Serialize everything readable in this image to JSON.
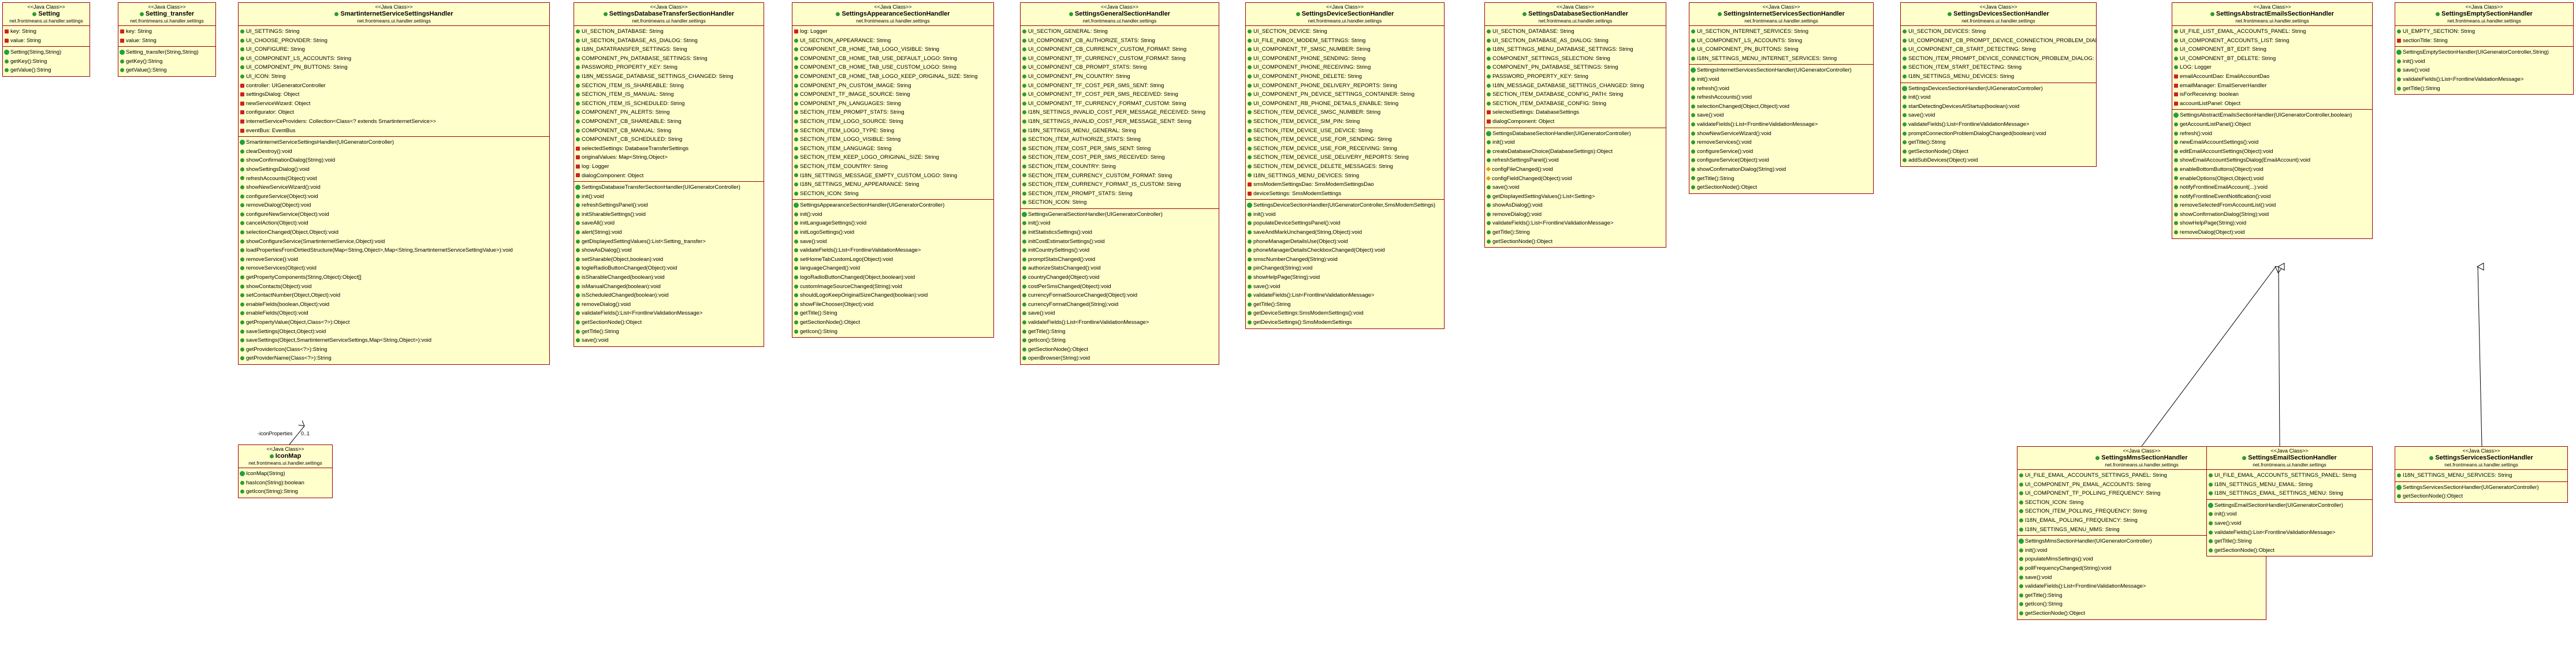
{
  "stereotype": "<<Java Class>>",
  "association": {
    "label": "-iconProperties",
    "multiplicity": "0..1"
  },
  "classes": {
    "setting": {
      "name": "Setting",
      "package": "net.frontmeans.ui.handler.settings",
      "fields": [
        "key: String",
        "value: String"
      ],
      "methods": [
        "Setting(String,String)",
        "getKey():String",
        "getValue():String"
      ]
    },
    "setting_transfer": {
      "name": "Setting_transfer",
      "package": "net.frontmeans.ui.handler.settings",
      "fields": [
        "key: String",
        "value: String"
      ],
      "methods": [
        "Setting_transfer(String,String)",
        "getKey():String",
        "getValue():String"
      ]
    },
    "smartinternet": {
      "name": "SmartinternetServiceSettingsHandler",
      "package": "net.frontmeans.ui.handler.settings",
      "fields": [
        "UI_SETTINGS: String",
        "UI_CHOOSE_PROVIDER: String",
        "UI_CONFIGURE: String",
        "UI_COMPONENT_LS_ACCOUNTS: String",
        "UI_COMPONENT_PN_BUTTONS: String",
        "UI_ICON: String",
        "controller: UIGeneratorController",
        "settingsDialog: Object",
        "newServiceWizard: Object",
        "configurator: Object",
        "internetServiceProviders: Collection<Class<? extends SmartinternetService>>",
        "eventBus: EventBus"
      ],
      "methods": [
        "SmartinternetServiceSettingsHandler(UIGeneratorController)",
        "clearDestroy():void",
        "showConfirmationDialog(String):void",
        "showSettingsDialog():void",
        "refreshAccounts(Object):void",
        "showNewServiceWizard():void",
        "configureService(Object):void",
        "removeDialog(Object):void",
        "configureNewService(Object):void",
        "cancelAction(Object):void",
        "selectionChanged(Object,Object):void",
        "showConfigureService(SmartinternetService,Object):void",
        "loadPropertiesFromDirtiedStructure(Map<String,Object>,Map<String,SmartinternetServiceSettingValue>):void",
        "removeService():void",
        "removeServices(Object):void",
        "getPropertyComponents(String,Object):Object[]",
        "showContacts(Object):void",
        "setContactNumber(Object,Object):void",
        "enableFields(boolean,Object):void",
        "enableFields(Object):void",
        "getPropertyValue(Object,Class<?>):Object",
        "saveSettings(Object,Object):void",
        "saveSettings(Object,SmartinternetServiceSettings,Map<String,Object>):void",
        "getProviderIcon(Class<?>):String",
        "getProviderName(Class<?>):String"
      ]
    },
    "iconmap": {
      "name": "IconMap",
      "package": "net.frontmeans.ui.handler.settings",
      "fields": [
        "IconMap(String)",
        "hasIcon(String):boolean",
        "getIcon(String):String"
      ],
      "methods": []
    },
    "db_transfer": {
      "name": "SettingsDatabaseTransferSectionHandler",
      "package": "net.frontmeans.ui.handler.settings",
      "fields": [
        "UI_SECTION_DATABASE: String",
        "UI_SECTION_DATABASE_AS_DIALOG: String",
        "I18N_DATATRANSFER_SETTINGS: String",
        "COMPONENT_PN_DATABASE_SETTINGS: String",
        "PASSWORD_PROPERTY_KEY: String",
        "I18N_MESSAGE_DATABASE_SETTINGS_CHANGED: String",
        "SECTION_ITEM_IS_SHAREABLE: String",
        "SECTION_ITEM_IS_MANUAL: String",
        "SECTION_ITEM_IS_SCHEDULED: String",
        "COMPONENT_PN_ALERTS: String",
        "COMPONENT_CB_SHAREABLE: String",
        "COMPONENT_CB_MANUAL: String",
        "COMPONENT_CB_SCHEDULED: String",
        "selectedSettings: DatabaseTransferSettings",
        "originalValues: Map<String,Object>",
        "log: Logger",
        "dialogComponent: Object"
      ],
      "methods": [
        "SettingsDatabaseTransferSectionHandler(UIGeneratorController)",
        "init():void",
        "refreshSettingsPanel():void",
        "initSharableSettings():void",
        "saveAll():void",
        "alert(String):void",
        "getDisplayedSettingValues():List<Setting_transfer>",
        "showAsDialog():void",
        "setSharable(Object,boolean):void",
        "togleRadioButtonChanged(Object):void",
        "isSharableChanged(boolean):void",
        "isManualChanged(boolean):void",
        "isScheduledChanged(boolean):void",
        "removeDialog():void",
        "validateFields():List<FrontlineValidationMessage>",
        "getSectionNode():Object",
        "getTitle():String",
        "save():void"
      ]
    },
    "appearance": {
      "name": "SettingsAppearanceSectionHandler",
      "package": "net.frontmeans.ui.handler.settings",
      "fields": [
        "log: Logger",
        "UI_SECTION_APPEARANCE: String",
        "COMPONENT_CB_HOME_TAB_LOGO_VISIBLE: String",
        "COMPONENT_CB_HOME_TAB_USE_DEFAULT_LOGO: String",
        "COMPONENT_CB_HOME_TAB_USE_CUSTOM_LOGO: String",
        "COMPONENT_CB_HOME_TAB_LOGO_KEEP_ORIGINAL_SIZE: String",
        "COMPONENT_PN_CUSTOM_IMAGE: String",
        "COMPONENT_TF_IMAGE_SOURCE: String",
        "COMPONENT_PN_LANGUAGES: String",
        "SECTION_ITEM_PROMPT_STATS: String",
        "SECTION_ITEM_LOGO_SOURCE: String",
        "SECTION_ITEM_LOGO_TYPE: String",
        "SECTION_ITEM_LOGO_VISIBLE: String",
        "SECTION_ITEM_LANGUAGE: String",
        "SECTION_ITEM_KEEP_LOGO_ORIGINAL_SIZE: String",
        "SECTION_ITEM_COUNTRY: String",
        "I18N_SETTINGS_MESSAGE_EMPTY_CUSTOM_LOGO: String",
        "I18N_SETTINGS_MENU_APPEARANCE: String",
        "SECTION_ICON: String"
      ],
      "methods": [
        "SettingsAppearanceSectionHandler(UIGeneratorController)",
        "init():void",
        "initLanguageSettings():void",
        "initLogoSettings():void",
        "save():void",
        "validateFields():List<FrontlineValidationMessage>",
        "setHomeTabCustomLogo(Object):void",
        "languageChanged():void",
        "logoRadioButtonChanged(Object,boolean):void",
        "customImageSourceChanged(String):void",
        "shouldLogoKeepOriginalSizeChanged(boolean):void",
        "showFileChooser(Object):void",
        "getTitle():String",
        "getSectionNode():Object",
        "getIcon():String"
      ]
    },
    "general": {
      "name": "SettingsGeneralSectionHandler",
      "package": "net.frontmeans.ui.handler.settings",
      "fields": [
        "UI_SECTION_GENERAL: String",
        "UI_COMPONENT_CB_AUTHORIZE_STATS: String",
        "UI_COMPONENT_CB_CURRENCY_CUSTOM_FORMAT: String",
        "UI_COMPONENT_TF_CURRENCY_CUSTOM_FORMAT: String",
        "UI_COMPONENT_CB_PROMPT_STATS: String",
        "UI_COMPONENT_PN_COUNTRY: String",
        "UI_COMPONENT_TF_COST_PER_SMS_SENT: String",
        "UI_COMPONENT_TF_COST_PER_SMS_RECEIVED: String",
        "UI_COMPONENT_TF_CURRENCY_FORMAT_CUSTOM: String",
        "I18N_SETTINGS_INVALID_COST_PER_MESSAGE_RECEIVED: String",
        "I18N_SETTINGS_INVALID_COST_PER_MESSAGE_SENT: String",
        "I18N_SETTINGS_MENU_GENERAL: String",
        "SECTION_ITEM_AUTHORIZE_STATS: String",
        "SECTION_ITEM_COST_PER_SMS_SENT: String",
        "SECTION_ITEM_COST_PER_SMS_RECEIVED: String",
        "SECTION_ITEM_COUNTRY: String",
        "SECTION_ITEM_CURRENCY_CUSTOM_FORMAT: String",
        "SECTION_ITEM_CURRENCY_FORMAT_IS_CUSTOM: String",
        "SECTION_ITEM_PROMPT_STATS: String",
        "SECTION_ICON: String"
      ],
      "methods": [
        "SettingsGeneralSectionHandler(UIGeneratorController)",
        "init():void",
        "initStatisticsSettings():void",
        "initCostEstimatorSettings():void",
        "initCountrySettings():void",
        "promptStatsChanged():void",
        "authorizeStatsChanged():void",
        "countryChanged(Object):void",
        "costPerSmsChanged(Object):void",
        "currencyFormatSourceChanged(Object):void",
        "currencyFormatChanged(String):void",
        "save():void",
        "validateFields():List<FrontlineValidationMessage>",
        "getTitle():String",
        "getIcon():String",
        "getSectionNode():Object",
        "openBrowser(String):void"
      ]
    },
    "devices": {
      "name": "SettingsDeviceSectionHandler",
      "package": "net.frontmeans.ui.handler.settings",
      "fields": [
        "UI_SECTION_DEVICE: String",
        "UI_FILE_INBOX_MODEM_SETTINGS: String",
        "UI_COMPONENT_TF_SMSC_NUMBER: String",
        "UI_COMPONENT_PHONE_SENDING: String",
        "UI_COMPONENT_PHONE_RECEIVING: String",
        "UI_COMPONENT_PHONE_DELETE: String",
        "UI_COMPONENT_PHONE_DELIVERY_REPORTS: String",
        "UI_COMPONENT_PN_DEVICE_SETTINGS_CONTAINER: String",
        "UI_COMPONENT_RB_PHONE_DETAILS_ENABLE: String",
        "SECTION_ITEM_DEVICE_SMSC_NUMBER: String",
        "SECTION_ITEM_DEVICE_SIM_PIN: String",
        "SECTION_ITEM_DEVICE_USE_DEVICE: String",
        "SECTION_ITEM_DEVICE_USE_FOR_SENDING: String",
        "SECTION_ITEM_DEVICE_USE_FOR_RECEIVING: String",
        "SECTION_ITEM_DEVICE_USE_DELIVERY_REPORTS: String",
        "SECTION_ITEM_DEVICE_DELETE_MESSAGES: String",
        "I18N_SETTINGS_MENU_DEVICES: String",
        "smsModemSettingsDao: SmsModemSettingsDao",
        "deviceSettings: SmsModemSettings"
      ],
      "methods": [
        "SettingsDeviceSectionHandler(UIGeneratorController,SmsModemSettings)",
        "init():void",
        "populateDeviceSettingsPanel():void",
        "saveAndMarkUnchanged(String,Object):void",
        "phoneManagerDetailsUse(Object):void",
        "phoneManagerDetailsCheckboxChanged(Object):void",
        "smscNumberChanged(String):void",
        "pinChanged(String):void",
        "showHelpPage(String):void",
        "save():void",
        "validateFields():List<FrontlineValidationMessage>",
        "getTitle():String",
        "getDeviceSettings:SmsModemSettings():void",
        "getDeviceSettings():SmsModemSettings"
      ]
    },
    "database": {
      "name": "SettingsDatabaseSectionHandler",
      "package": "net.frontmeans.ui.handler.settings",
      "fields": [
        "UI_SECTION_DATABASE: String",
        "UI_SECTION_DATABASE_AS_DIALOG: String",
        "I18N_SETTINGS_MENU_DATABASE_SETTINGS: String",
        "COMPONENT_SETTINGS_SELECTION: String",
        "COMPONENT_PN_DATABASE_SETTINGS: String",
        "PASSWORD_PROPERTY_KEY: String",
        "I18N_MESSAGE_DATABASE_SETTINGS_CHANGED: String",
        "SECTION_ITEM_DATABASE_CONFIG_PATH: String",
        "SECTION_ITEM_DATABASE_CONFIG: String",
        "selectedSettings: DatabaseSettings",
        "dialogComponent: Object"
      ],
      "methods": [
        "SettingsDatabaseSectionHandler(UIGeneratorController)",
        "init():void",
        "createDatabaseChoice(DatabaseSettings):Object",
        "refreshSettingsPanel():void",
        "configFileChanged():void",
        "configFieldChanged(Object):void",
        "save():void",
        "getDisplayedSettingValues():List<Setting>",
        "showAsDialog():void",
        "removeDialog():void",
        "validateFields():List<FrontlineValidationMessage>",
        "getTitle():String",
        "getSectionNode():Object"
      ]
    },
    "services": {
      "name": "SettingsInternetServicesSectionHandler",
      "package": "net.frontmeans.ui.handler.settings",
      "fields": [
        "UI_SECTION_INTERNET_SERVICES: String",
        "UI_COMPONENT_LS_ACCOUNTS: String",
        "UI_COMPONENT_PN_BUTTONS: String",
        "I18N_SETTINGS_MENU_INTERNET_SERVICES: String"
      ],
      "methods": [
        "SettingsInternetServicesSectionHandler(UIGeneratorController)",
        "init():void",
        "refresh():void",
        "refreshAccounts():void",
        "selectionChanged(Object,Object):void",
        "save():void",
        "validateFields():List<FrontlineValidationMessage>",
        "showNewServiceWizard():void",
        "removeServices():void",
        "configureService():void",
        "configureService(Object):void",
        "showConfirmationDialog(String):void",
        "getTitle():String",
        "getSectionNode():Object"
      ]
    },
    "devices2": {
      "name": "SettingsDevicesSectionHandler",
      "package": "net.frontmeans.ui.handler.settings",
      "fields": [
        "UI_SECTION_DEVICES: String",
        "UI_COMPONENT_CB_PROMPT_DEVICE_CONNECTION_PROBLEM_DIALOG: String",
        "UI_COMPONENT_CB_START_DETECTING: String",
        "SECTION_ITEM_PROMPT_DEVICE_CONNECTION_PROBLEM_DIALOG: String",
        "SECTION_ITEM_START_DETECTING: String",
        "I18N_SETTINGS_MENU_DEVICES: String"
      ],
      "methods": [
        "SettingsDevicesSectionHandler(UIGeneratorController)",
        "init():void",
        "startDetectingDevicesAtStartup(boolean):void",
        "save():void",
        "validateFields():List<FrontlineValidationMessage>",
        "promptConnectionProblemDialogChanged(boolean):void",
        "getTitle():String",
        "getSectionNode():Object",
        "addSubDevices(Object):void"
      ]
    },
    "email": {
      "name": "SettingsAbstractEmailsSectionHandler",
      "package": "net.frontmeans.ui.handler.settings",
      "fields": [
        "UI_FILE_LIST_EMAIL_ACCOUNTS_PANEL: String",
        "UI_COMPONENT_ACCOUNTS_LIST: String",
        "UI_COMPONENT_BT_EDIT: String",
        "UI_COMPONENT_BT_DELETE: String",
        "LOG: Logger",
        "emailAccountDao: EmailAccountDao",
        "emailManager: EmailServerHandler",
        "isForReceiving: boolean",
        "accountListPanel: Object"
      ],
      "methods": [
        "SettingsAbstractEmailsSectionHandler(UIGeneratorController,boolean)",
        "getAccountListPanel():Object",
        "refresh():void",
        "newEmailAccountSettings():void",
        "editEmailAccountSettings(Object):void",
        "showEmailAccountSettingsDialog(EmailAccount):void",
        "enableBottomButtons(Object):void",
        "enableOptions(Object,Object):void",
        "notifyFrontlineEmailAccount(...):void",
        "notifyFrontlineEventNotification():void",
        "removeSelectedFromAccountList():void",
        "showConfirmationDialog(String):void",
        "showHelpPage(String):void",
        "removeDialog(Object):void"
      ]
    },
    "empty": {
      "name": "SettingsEmptySectionHandler",
      "package": "net.frontmeans.ui.handler.settings",
      "fields": [
        "UI_EMPTY_SECTION: String",
        "sectionTitle: String"
      ],
      "methods": [
        "SettingsEmptySectionHandler(UIGeneratorController,String)",
        "init():void",
        "save():void",
        "validateFields():List<FrontlineValidationMessage>",
        "getTitle():String"
      ]
    },
    "mms": {
      "name": "SettingsMmsSectionHandler",
      "package": "net.frontmeans.ui.handler.settings",
      "fields": [
        "UI_FILE_EMAIL_ACCOUNTS_SETTINGS_PANEL: String",
        "UI_COMPONENT_PN_EMAIL_ACCOUNTS: String",
        "UI_COMPONENT_TF_POLLING_FREQUENCY: String",
        "SECTION_ICON: String",
        "SECTION_ITEM_POLLING_FREQUENCY: String",
        "I18N_EMAIL_POLLING_FREQUENCY: String",
        "I18N_SETTINGS_MENU_MMS: String"
      ],
      "methods": [
        "SettingsMmsSectionHandler(UIGeneratorController)",
        "init():void",
        "populateMmsSettings():void",
        "pollFrequencyChanged(String):void",
        "save():void",
        "validateFields():List<FrontlineValidationMessage>",
        "getTitle():String",
        "getIcon():String",
        "getSectionNode():Object"
      ]
    },
    "emailsection": {
      "name": "SettingsEmailSectionHandler",
      "package": "net.frontmeans.ui.handler.settings",
      "fields": [
        "UI_FILE_EMAIL_ACCOUNTS_SETTINGS_PANEL: String",
        "I18N_SETTINGS_MENU_EMAIL: String",
        "I18N_SETTINGS_EMAIL_SETTINGS_MENU: String"
      ],
      "methods": [
        "SettingsEmailSectionHandler(UIGeneratorController)",
        "init():void",
        "save():void",
        "validateFields():List<FrontlineValidationMessage>",
        "getTitle():String",
        "getSectionNode():Object"
      ]
    },
    "servicessection": {
      "name": "SettingsServicesSectionHandler",
      "package": "net.frontmeans.ui.handler.settings",
      "fields": [
        "I18N_SETTINGS_MENU_SERVICES: String"
      ],
      "methods": [
        "SettingsServicesSectionHandler(UIGeneratorController)",
        "getSectionNode():Object"
      ]
    }
  }
}
